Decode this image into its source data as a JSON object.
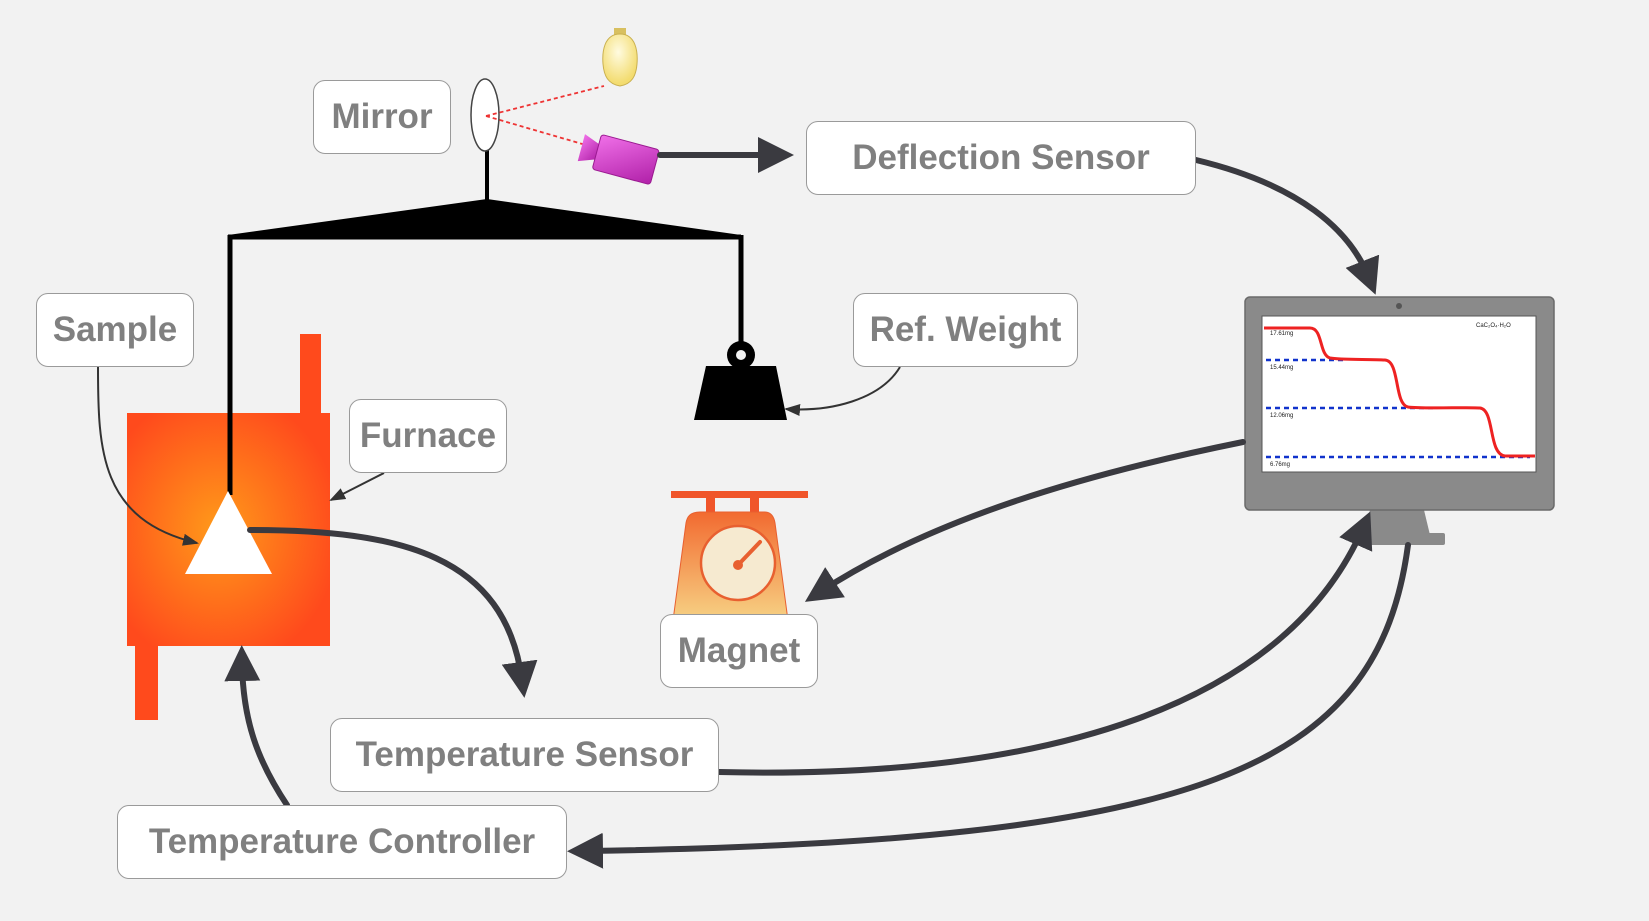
{
  "labels": {
    "mirror": "Mirror",
    "deflection_sensor": "Deflection Sensor",
    "sample": "Sample",
    "ref_weight": "Ref. Weight",
    "furnace": "Furnace",
    "magnet": "Magnet",
    "temperature_sensor": "Temperature Sensor",
    "temperature_controller": "Temperature Controller"
  },
  "monitor_screen": {
    "compound": "CaC₂O₄·H₂O",
    "mass_levels": [
      "17.61mg",
      "15.44mg",
      "12.06mg",
      "6.76mg"
    ]
  },
  "colors": {
    "background": "#f2f2f2",
    "arrow": "#3a3a40",
    "furnace_outer": "#ff4a1c",
    "furnace_center": "#ff9a1a",
    "camera": "#d83ad0",
    "bulb": "#fff3a8",
    "curve": "#ee2222",
    "dashed": "#1133cc",
    "monitor": "#8a8a8a"
  }
}
